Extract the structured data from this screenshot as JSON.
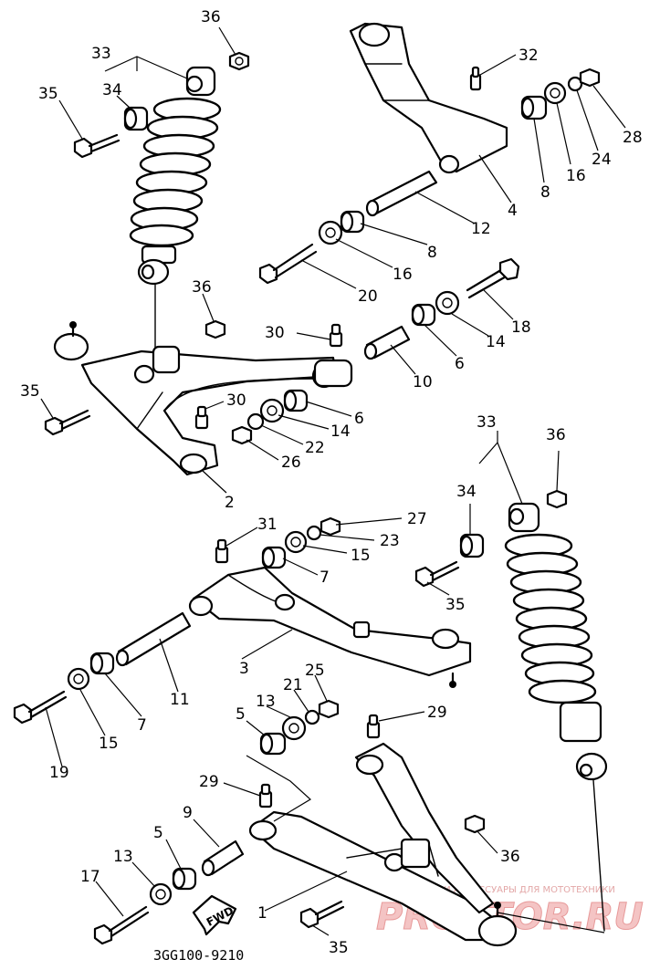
{
  "diagram": {
    "code": "3GG100-9210",
    "direction_label": "FWD",
    "watermark": {
      "url": "ЗАПЧАСТИ И АКСЕССУАРЫ ДЛЯ МОТОТЕХНИКИ",
      "logo": "PROFTOR.RU"
    },
    "callouts": {
      "c1": "1",
      "c2": "2",
      "c3": "3",
      "c4": "4",
      "c5a": "5",
      "c5b": "5",
      "c6a": "6",
      "c6b": "6",
      "c7a": "7",
      "c7b": "7",
      "c8a": "8",
      "c8b": "8",
      "c9": "9",
      "c10": "10",
      "c11": "11",
      "c12": "12",
      "c13a": "13",
      "c13b": "13",
      "c14a": "14",
      "c14b": "14",
      "c15a": "15",
      "c15b": "15",
      "c16a": "16",
      "c16b": "16",
      "c17": "17",
      "c18": "18",
      "c19": "19",
      "c20": "20",
      "c21": "21",
      "c22": "22",
      "c23": "23",
      "c24": "24",
      "c25": "25",
      "c26": "26",
      "c27": "27",
      "c28": "28",
      "c29a": "29",
      "c29b": "29",
      "c30a": "30",
      "c30b": "30",
      "c31": "31",
      "c32": "32",
      "c33a": "33",
      "c33b": "33",
      "c34a": "34",
      "c34b": "34",
      "c35a": "35",
      "c35b": "35",
      "c35c": "35",
      "c35d": "35",
      "c36a": "36",
      "c36b": "36",
      "c36c": "36",
      "c36d": "36"
    }
  }
}
